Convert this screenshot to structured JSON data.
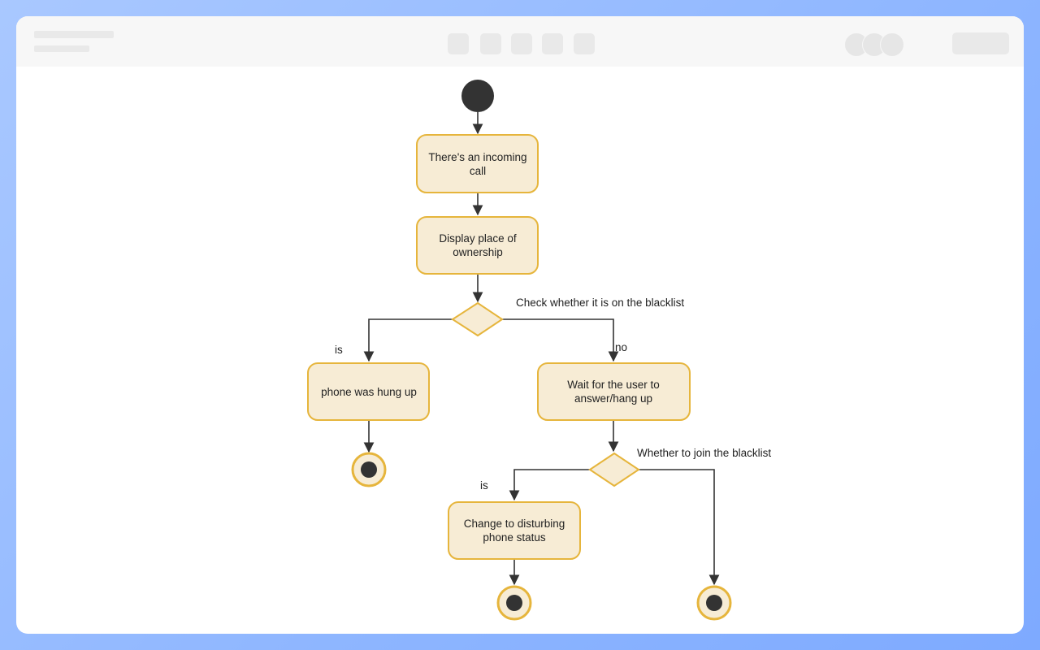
{
  "diagram": {
    "nodes": {
      "incoming_call": [
        "There's an incoming",
        "call"
      ],
      "display_place": [
        "Display place of",
        "ownership"
      ],
      "phone_hung_up": [
        "phone was hung up"
      ],
      "wait_user": [
        "Wait for the user to",
        "answer/hang up"
      ],
      "change_status": [
        "Change to disturbing",
        "phone status"
      ]
    },
    "decisions": {
      "check_blacklist": "Check whether it is on the blacklist",
      "join_blacklist": "Whether to join the blacklist"
    },
    "edge_labels": {
      "check_is": "is",
      "check_no": "no",
      "join_is": "is"
    },
    "colors": {
      "node_fill": "#f7ecd5",
      "node_stroke": "#e6b53c",
      "ink": "#333333"
    }
  }
}
